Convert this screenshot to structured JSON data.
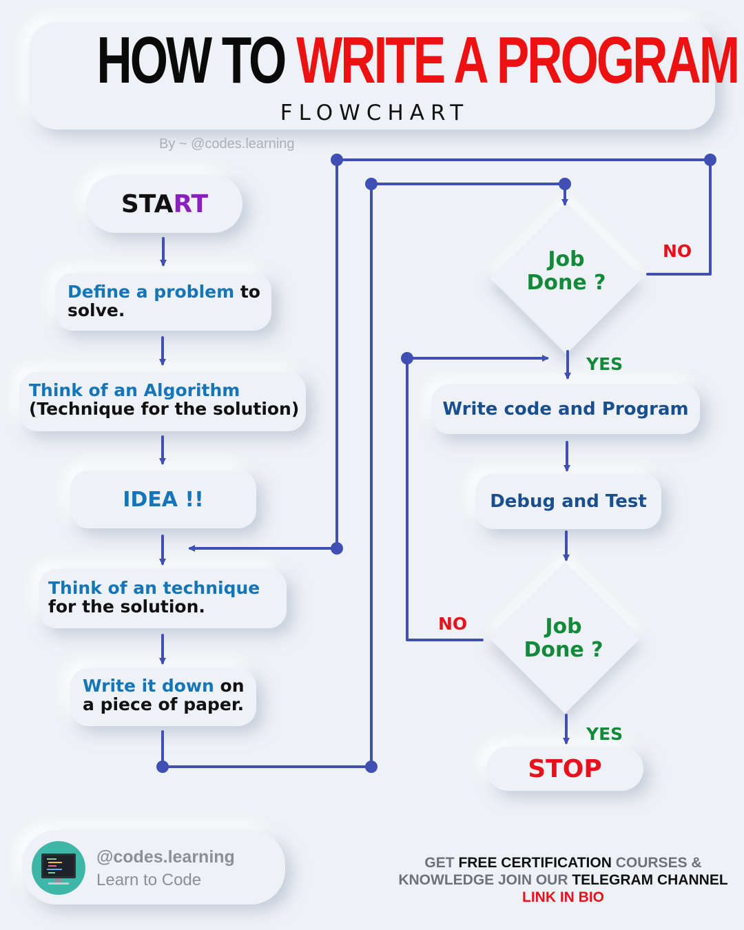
{
  "header": {
    "title_part1": "HOW TO",
    "title_part2": "WRITE A PROGRAM",
    "subtitle": "FLOWCHART",
    "byline": "By ~ @codes.learning"
  },
  "colors": {
    "accent_red": "#ee1111",
    "connector": "#3f4fb4",
    "step_blue": "#1476b8",
    "decision_green": "#128a3a"
  },
  "steps": {
    "start": {
      "a": "STA",
      "b": "RT"
    },
    "define": {
      "hl": "Define a problem",
      "rest": " to",
      "line2": "solve."
    },
    "algorithm": {
      "hl": "Think of an Algorithm",
      "line2": "(Technique for the solution)"
    },
    "idea": {
      "label": "IDEA !!"
    },
    "technique": {
      "hl": "Think of an technique",
      "line2": "for the solution."
    },
    "write_down": {
      "hl": "Write it down",
      "rest": " on",
      "line2": "a piece of paper."
    },
    "write_code": {
      "label": "Write code and Program"
    },
    "debug": {
      "label": "Debug and Test"
    },
    "stop": {
      "label": "STOP"
    }
  },
  "decisions": {
    "first": {
      "line1": "Job",
      "line2": "Done ?"
    },
    "second": {
      "line1": "Job",
      "line2": "Done ?"
    }
  },
  "branch_labels": {
    "no_top": "NO",
    "yes_top": "YES",
    "no_bottom": "NO",
    "yes_bottom": "YES"
  },
  "footer": {
    "handle": "@codes.learning",
    "tagline": "Learn to Code",
    "promo": {
      "get": "GET ",
      "free": "FREE CERTIFICATION",
      "courses": " COURSES &",
      "knowledge": "KNOWLEDGE JOIN OUR ",
      "telegram": "TELEGRAM CHANNEL",
      "link": "LINK IN BIO"
    }
  }
}
